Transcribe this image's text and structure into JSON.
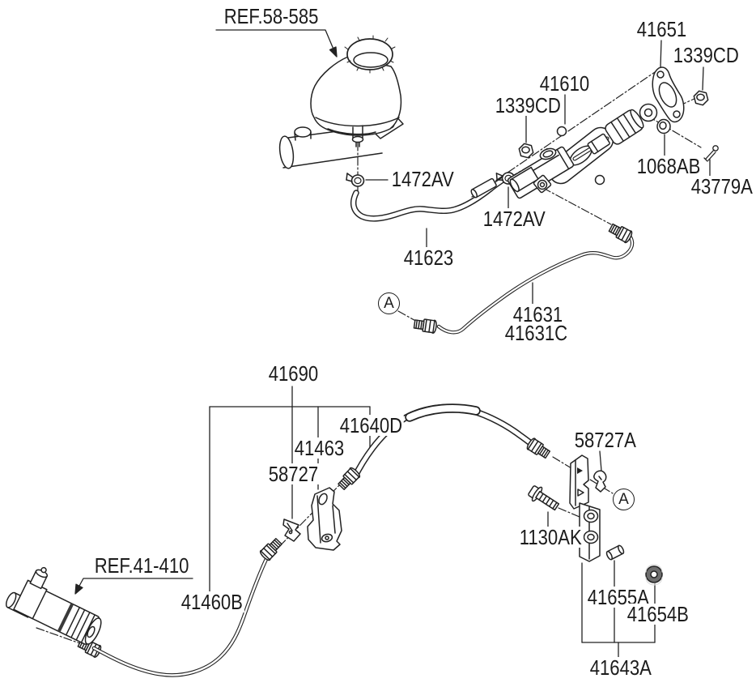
{
  "diagram": {
    "background": "#ffffff",
    "line_color": "#222222",
    "view_marker": "A",
    "callouts": {
      "ref58585": "REF.58-585",
      "ref41410": "REF.41-410",
      "p41651": "41651",
      "p1339cd_left": "1339CD",
      "p1339cd_right": "1339CD",
      "p41610": "41610",
      "p1068ab": "1068AB",
      "p43779a": "43779A",
      "p1472av_top": "1472AV",
      "p1472av_bottom": "1472AV",
      "p41623": "41623",
      "p41631": "41631",
      "p41631c": "41631C",
      "p41690": "41690",
      "p41640d": "41640D",
      "p41463": "41463",
      "p58727": "58727",
      "p58727a": "58727A",
      "p1130ak": "1130AK",
      "p41460b": "41460B",
      "p41655a": "41655A",
      "p41654b": "41654B",
      "p41643a": "41643A"
    }
  }
}
